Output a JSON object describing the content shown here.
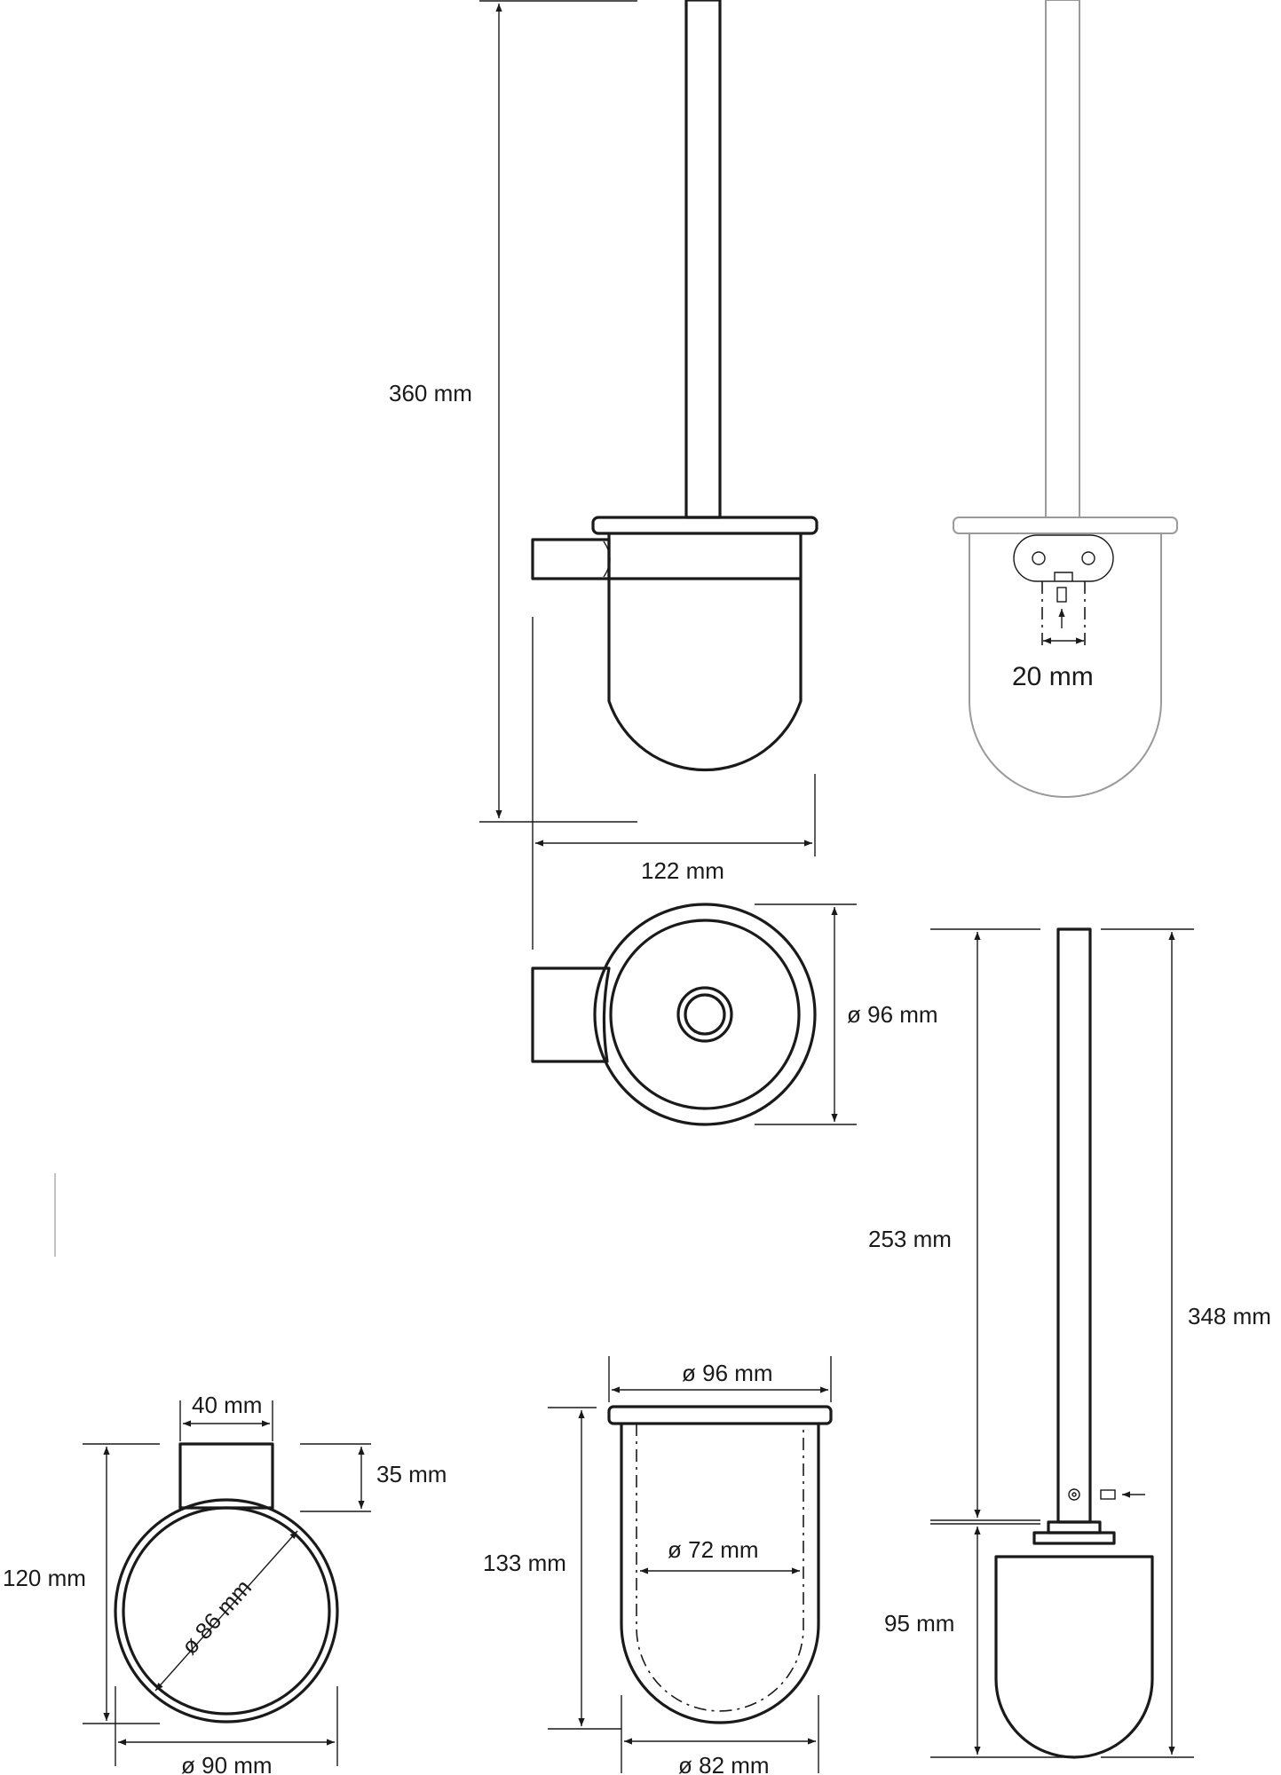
{
  "dimensions": {
    "overall_height": "360 mm",
    "overall_width": "122 mm",
    "mount_spacing": "20 mm",
    "top_diameter": "ø 96 mm",
    "brush_handle_length": "253 mm",
    "brush_total_length": "348 mm",
    "brush_head_length": "95 mm",
    "bracket_width": "40 mm",
    "bracket_depth": "35 mm",
    "bracket_total_depth": "120 mm",
    "ring_inner_diameter": "ø 86 mm",
    "ring_outer_diameter": "ø 90 mm",
    "cup_top_diameter": "ø 96 mm",
    "cup_height": "133 mm",
    "cup_inner_diameter": "ø 72 mm",
    "cup_bottom_diameter": "ø 82 mm"
  },
  "colors": {
    "line": "#1a1a1a",
    "faint_line": "#9a9a9a",
    "background": "#ffffff"
  }
}
